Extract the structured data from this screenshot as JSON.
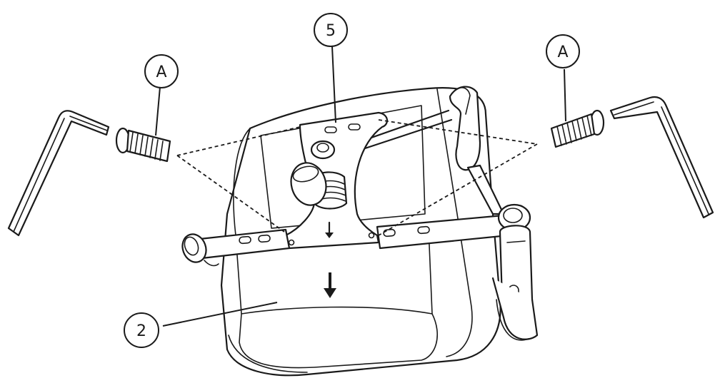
{
  "callouts": {
    "seat": "2",
    "mechanism": "5",
    "bolt_left": "A",
    "bolt_right": "A"
  }
}
